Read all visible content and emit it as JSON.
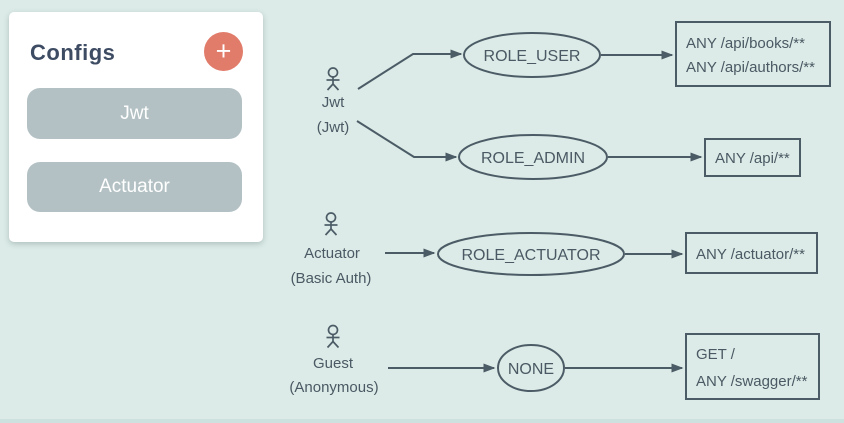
{
  "panel": {
    "title": "Configs",
    "add_button": {
      "icon": "plus-icon",
      "glyph": "+"
    },
    "configs": [
      {
        "label": "Jwt"
      },
      {
        "label": "Actuator"
      }
    ]
  },
  "diagram": {
    "rows": [
      {
        "actor": {
          "icon": "person-icon",
          "name": "Jwt",
          "auth": "(Jwt)"
        },
        "roles": [
          {
            "role": "ROLE_USER",
            "rules": [
              "ANY /api/books/**",
              "ANY /api/authors/**"
            ]
          },
          {
            "role": "ROLE_ADMIN",
            "rules": [
              "ANY /api/**"
            ]
          }
        ]
      },
      {
        "actor": {
          "icon": "person-icon",
          "name": "Actuator",
          "auth": "(Basic Auth)"
        },
        "roles": [
          {
            "role": "ROLE_ACTUATOR",
            "rules": [
              "ANY /actuator/**"
            ]
          }
        ]
      },
      {
        "actor": {
          "icon": "person-icon",
          "name": "Guest",
          "auth": "(Anonymous)"
        },
        "roles": [
          {
            "role": "NONE",
            "rules": [
              "GET /",
              "ANY /swagger/**"
            ]
          }
        ]
      }
    ]
  },
  "colors": {
    "background": "#dcebe7",
    "card": "#ffffff",
    "accent": "#e17b6a",
    "button": "#b3c1c4",
    "title_text": "#3e4c63",
    "diagram_stroke": "#4c5c66",
    "diagram_text": "#4a5963"
  }
}
